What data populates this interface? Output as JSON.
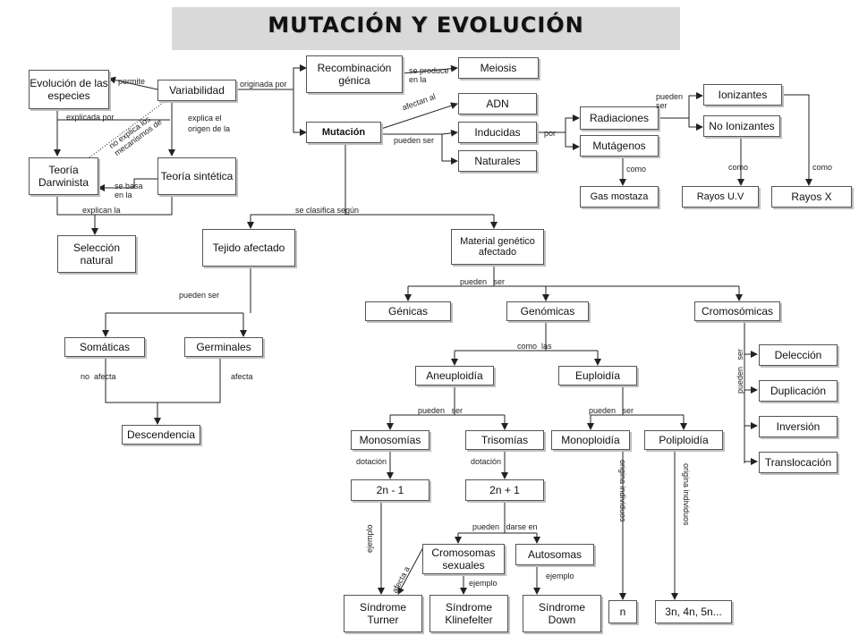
{
  "title": "MUTACIÓN Y EVOLUCIÓN",
  "nodes": {
    "evolucion": "Evolución de las especies",
    "variabilidad": "Variabilidad",
    "recombinacion": "Recombinación génica",
    "meiosis": "Meiosis",
    "adn": "ADN",
    "mutacion": "Mutación",
    "inducidas": "Inducidas",
    "naturales": "Naturales",
    "radiaciones": "Radiaciones",
    "mutagenos": "Mutágenos",
    "gas_mostaza": "Gas mostaza",
    "ionizantes": "Ionizantes",
    "no_ionizantes": "No Ionizantes",
    "rayos_uv": "Rayos U.V",
    "rayos_x": "Rayos X",
    "teoria_darwinista": "Teoría Darwinista",
    "teoria_sintetica": "Teoría sintética",
    "seleccion_natural": "Selección natural",
    "tejido_afectado": "Tejido afectado",
    "material_genetico": "Material genético afectado",
    "somaticas": "Somáticas",
    "germinales": "Germinales",
    "descendencia": "Descendencia",
    "genicas": "Génicas",
    "genomicas": "Genómicas",
    "cromosomicas": "Cromosómicas",
    "aneuploidia": "Aneuploidía",
    "euploidia": "Euploidía",
    "monosomias": "Monosomías",
    "trisomias": "Trisomías",
    "monoploidia": "Monoploidía",
    "poliploidia": "Poliploidía",
    "n_menos_1": "2n - 1",
    "n_mas_1": "2n + 1",
    "cromosomas_sexuales": "Cromosomas sexuales",
    "autosomas": "Autosomas",
    "turner": "Síndrome Turner",
    "klinefelter": "Síndrome Klinefelter",
    "down": "Síndrome Down",
    "n": "n",
    "poli_n": "3n, 4n, 5n...",
    "deleccion": "Delección",
    "duplicacion": "Duplicación",
    "inversion": "Inversión",
    "translocacion": "Translocación"
  },
  "labels": {
    "permite": "permite",
    "originada_por": "originada por",
    "se_produce": "se produce en la",
    "afectan_al": "afectan al",
    "pueden_ser_mut": "pueden ser",
    "por": "por",
    "pueden_ser_rad": "pueden ser",
    "como_gas": "como",
    "como_uv": "como",
    "como_x": "como",
    "explicada_por": "explicada por",
    "no_explica": "no explica los mecanismos de",
    "explica_origen": "explica el origen de la",
    "se_basa": "se basa en la",
    "explican_la": "explican la",
    "se_clasifica": "se clasifica según",
    "pueden_ser_tej": "pueden ser",
    "pueden_ser_mat": "pueden   ser",
    "no_afecta": "no  afecta",
    "afecta": "afecta",
    "como_las": "como  las",
    "pueden_ser_cromo": "pueden   ser",
    "pueden_ser_aneu": "pueden   ser",
    "pueden_ser_eu": "pueden   ser",
    "dotacion_1": "dotación",
    "dotacion_2": "dotación",
    "pueden_darse": "pueden   darse en",
    "ejemplo_turner": "ejemplo",
    "afecta_a": "afecta a",
    "ejemplo_kline": "ejemplo",
    "ejemplo_down": "ejemplo",
    "origina_mono": "origina individuos",
    "origina_poli": "origina individuos"
  }
}
